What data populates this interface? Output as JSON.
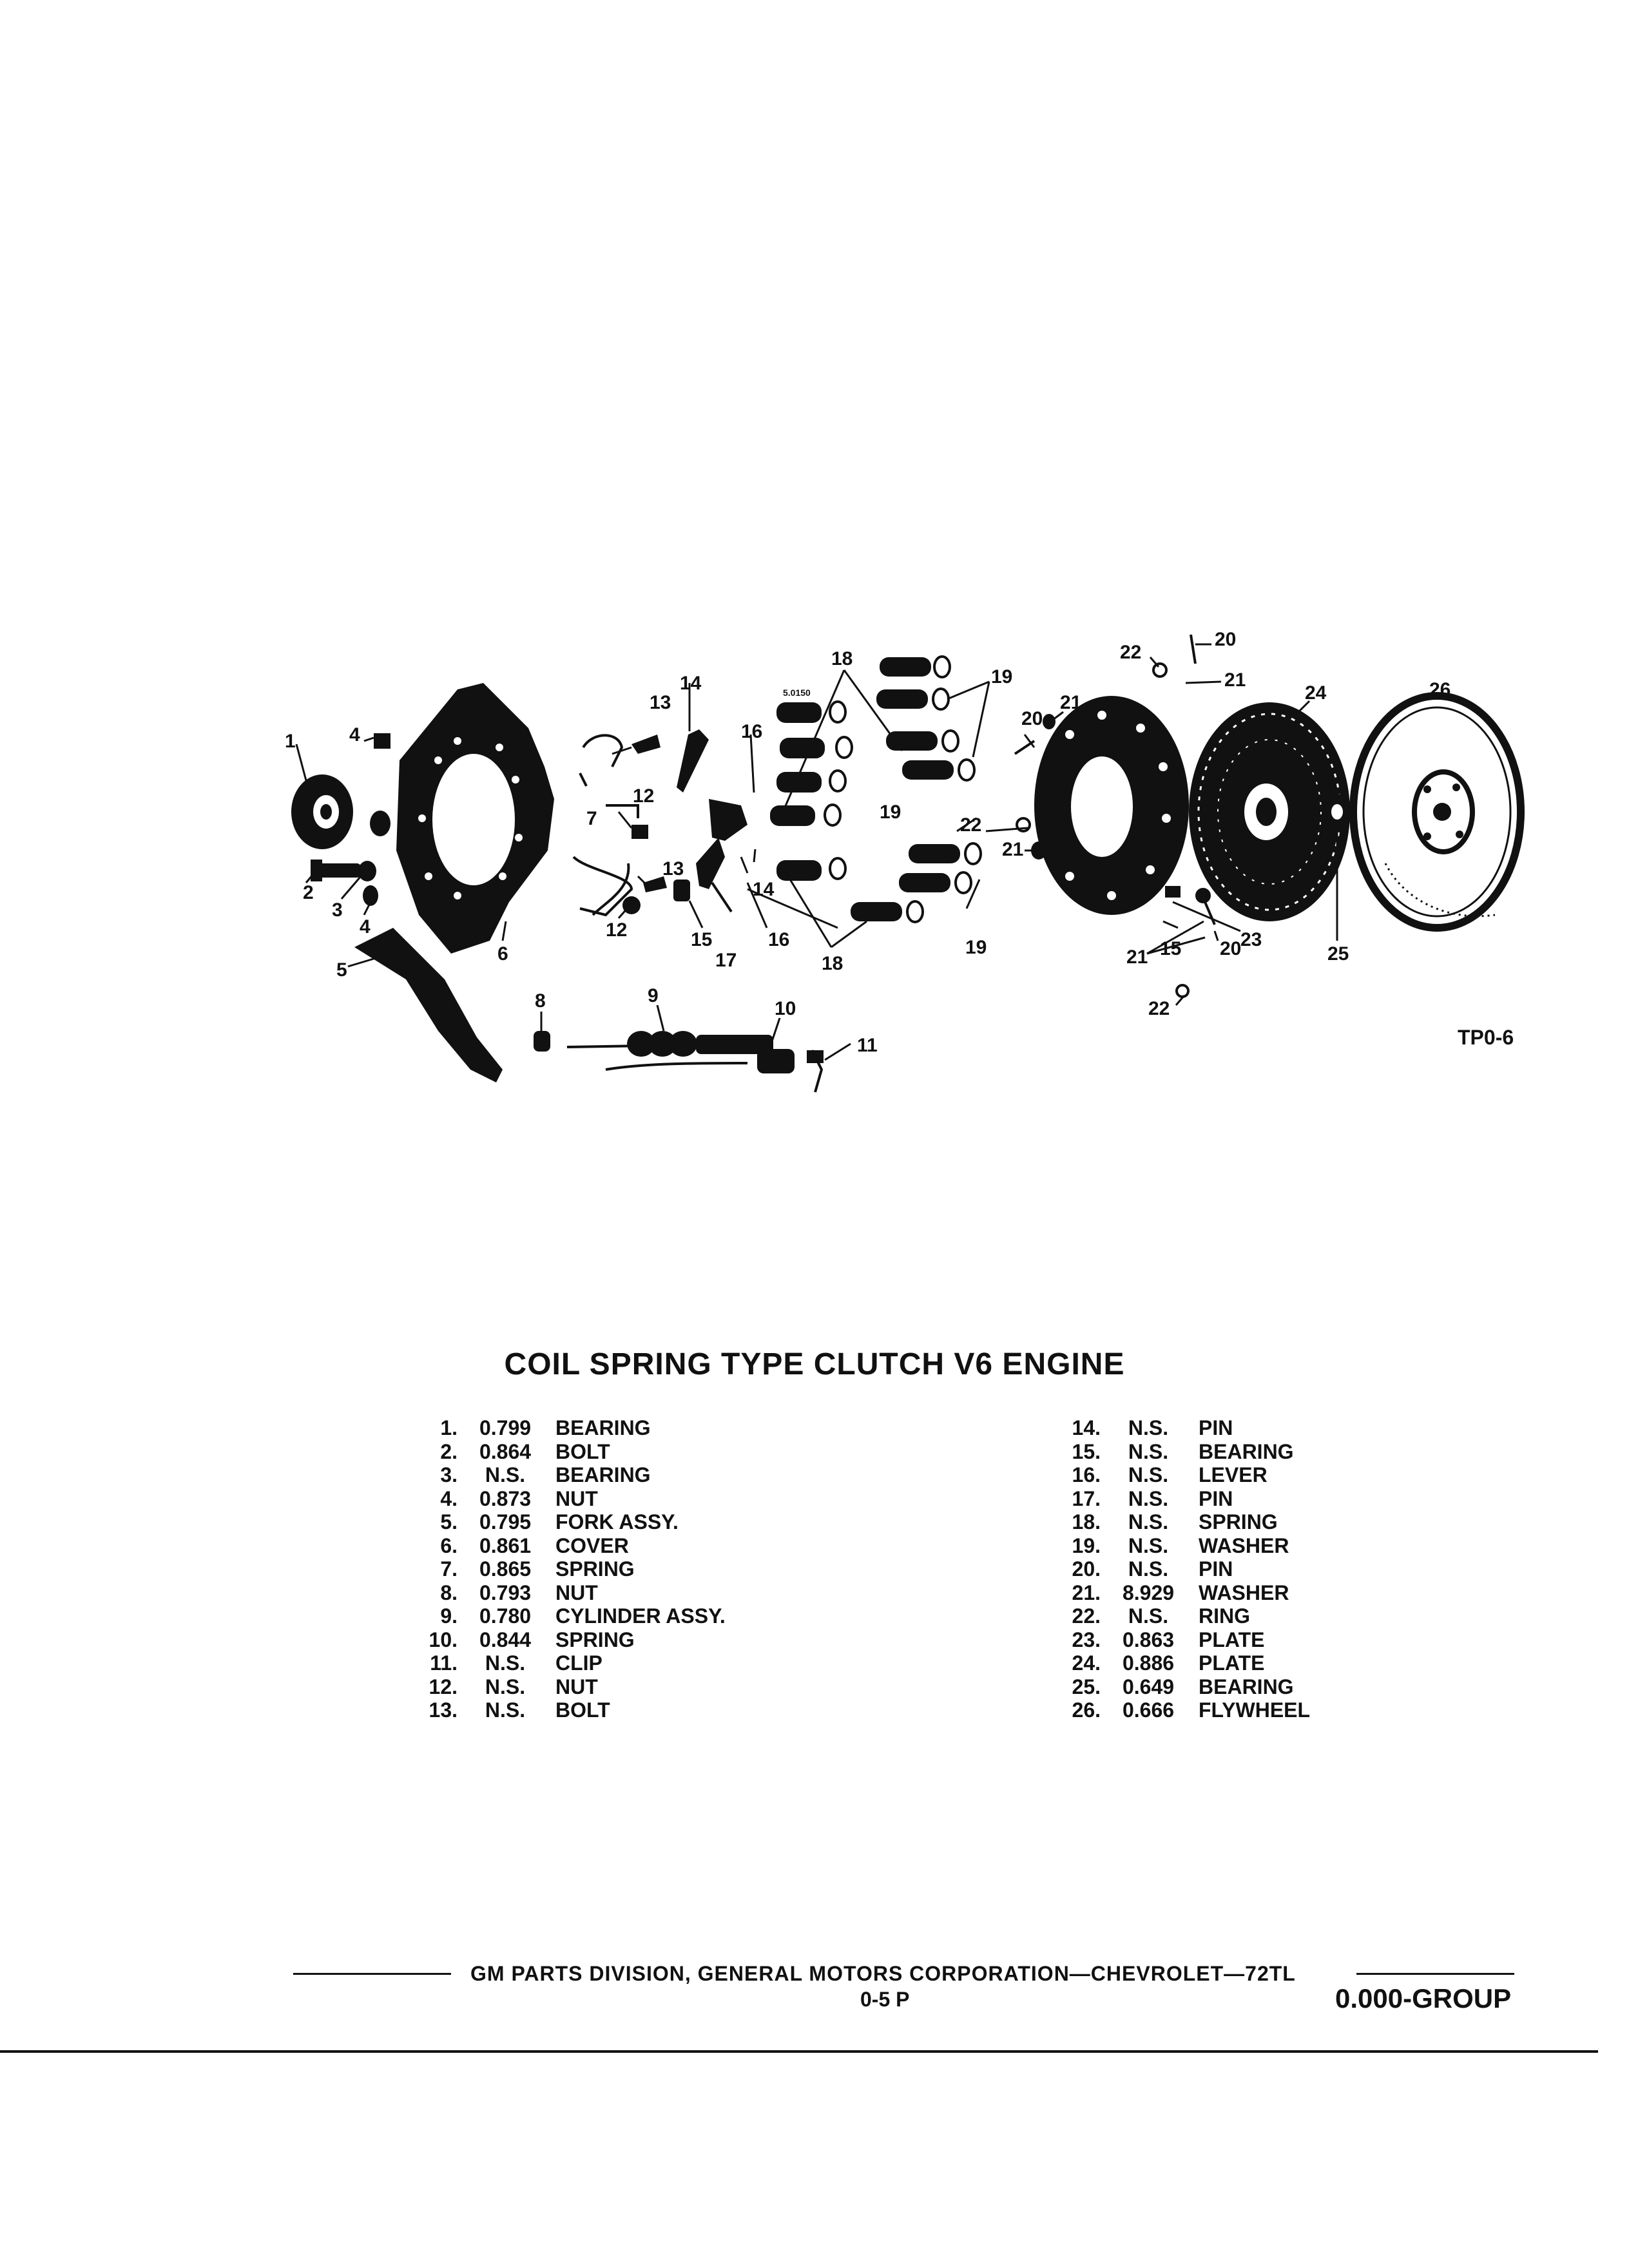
{
  "figure": {
    "id": "TP0-6"
  },
  "callouts": [
    "1",
    "2",
    "3",
    "4",
    "4",
    "5",
    "6",
    "7",
    "8",
    "9",
    "10",
    "11",
    "12",
    "12",
    "13",
    "13",
    "14",
    "14",
    "15",
    "15",
    "16",
    "16",
    "17",
    "18",
    "18",
    "19",
    "19",
    "19",
    "20",
    "20",
    "20",
    "21",
    "21",
    "21",
    "21",
    "22",
    "22",
    "22",
    "23",
    "24",
    "25",
    "26"
  ],
  "stamp": "5.0150",
  "title": "COIL SPRING TYPE CLUTCH V6 ENGINE",
  "parts_left": [
    {
      "num": "1.",
      "code": "0.799",
      "name": "BEARING"
    },
    {
      "num": "2.",
      "code": "0.864",
      "name": "BOLT"
    },
    {
      "num": "3.",
      "code": "N.S.",
      "name": "BEARING"
    },
    {
      "num": "4.",
      "code": "0.873",
      "name": "NUT"
    },
    {
      "num": "5.",
      "code": "0.795",
      "name": "FORK ASSY."
    },
    {
      "num": "6.",
      "code": "0.861",
      "name": "COVER"
    },
    {
      "num": "7.",
      "code": "0.865",
      "name": "SPRING"
    },
    {
      "num": "8.",
      "code": "0.793",
      "name": "NUT"
    },
    {
      "num": "9.",
      "code": "0.780",
      "name": "CYLINDER ASSY."
    },
    {
      "num": "10.",
      "code": "0.844",
      "name": "SPRING"
    },
    {
      "num": "11.",
      "code": "N.S.",
      "name": "CLIP"
    },
    {
      "num": "12.",
      "code": "N.S.",
      "name": "NUT"
    },
    {
      "num": "13.",
      "code": "N.S.",
      "name": "BOLT"
    }
  ],
  "parts_right": [
    {
      "num": "14.",
      "code": "N.S.",
      "name": "PIN"
    },
    {
      "num": "15.",
      "code": "N.S.",
      "name": "BEARING"
    },
    {
      "num": "16.",
      "code": "N.S.",
      "name": "LEVER"
    },
    {
      "num": "17.",
      "code": "N.S.",
      "name": "PIN"
    },
    {
      "num": "18.",
      "code": "N.S.",
      "name": "SPRING"
    },
    {
      "num": "19.",
      "code": "N.S.",
      "name": "WASHER"
    },
    {
      "num": "20.",
      "code": "N.S.",
      "name": "PIN"
    },
    {
      "num": "21.",
      "code": "8.929",
      "name": "WASHER"
    },
    {
      "num": "22.",
      "code": "N.S.",
      "name": "RING"
    },
    {
      "num": "23.",
      "code": "0.863",
      "name": "PLATE"
    },
    {
      "num": "24.",
      "code": "0.886",
      "name": "PLATE"
    },
    {
      "num": "25.",
      "code": "0.649",
      "name": "BEARING"
    },
    {
      "num": "26.",
      "code": "0.666",
      "name": "FLYWHEEL"
    }
  ],
  "footer": {
    "text": "GM PARTS DIVISION, GENERAL MOTORS CORPORATION—CHEVROLET—72TL",
    "page": "0-5 P",
    "group": "0.000-GROUP"
  }
}
